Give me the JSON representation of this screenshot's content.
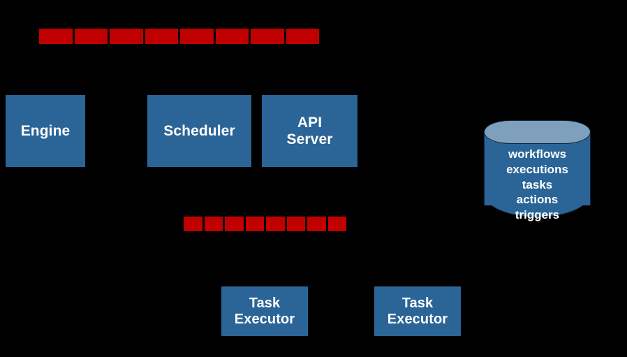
{
  "diagram": {
    "background_color": "#000000",
    "accent_blue": "#2B6496",
    "accent_blue_light": "#7FA0BC",
    "accent_red": "#C00000",
    "text_color": "#FFFFFF"
  },
  "bars": [
    {
      "id": "top-bar",
      "segments": 8,
      "color": "#C00000"
    },
    {
      "id": "middle-bar",
      "segments": 8,
      "color": "#C00000"
    }
  ],
  "nodes": {
    "engine": {
      "label": "Engine"
    },
    "scheduler": {
      "label": "Scheduler"
    },
    "api_server": {
      "line1": "API",
      "line2": "Server"
    },
    "task_executor_1": {
      "line1": "Task",
      "line2": "Executor"
    },
    "task_executor_2": {
      "line1": "Task",
      "line2": "Executor"
    }
  },
  "database": {
    "entities": [
      "workflows",
      "executions",
      "tasks",
      "actions",
      "triggers"
    ]
  }
}
